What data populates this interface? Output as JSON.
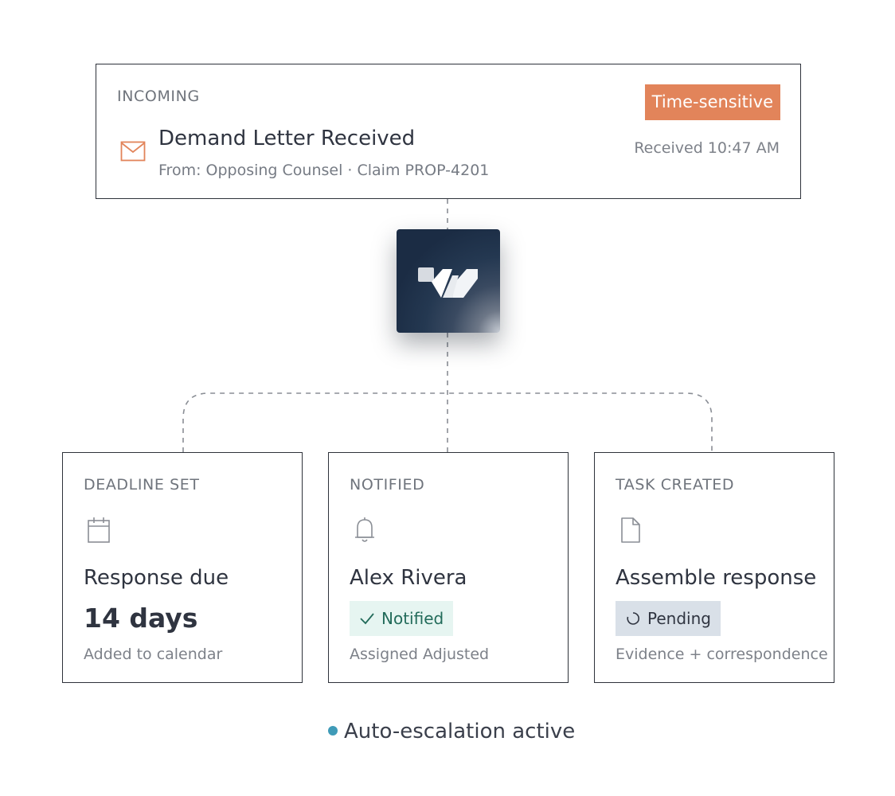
{
  "incoming": {
    "label": "INCOMING",
    "priority_badge": "Time-sensitive",
    "title": "Demand Letter Received",
    "subtitle": "From: Opposing Counsel · Claim PROP-4201",
    "received": "Received 10:47 AM",
    "icon": "mail-icon"
  },
  "hub": {
    "icon": "brand-logo"
  },
  "cards": {
    "deadline": {
      "label": "DEADLINE SET",
      "icon": "calendar-icon",
      "heading": "Response due",
      "value": "14 days",
      "footnote": "Added to calendar"
    },
    "notified": {
      "label": "NOTIFIED",
      "icon": "bell-icon",
      "heading": "Alex Rivera",
      "status": "Notified",
      "footnote": "Assigned Adjusted"
    },
    "task": {
      "label": "TASK CREATED",
      "icon": "document-icon",
      "heading": "Assemble response",
      "status": "Pending",
      "footnote": "Evidence + correspondence"
    }
  },
  "status_line": "Auto-escalation active",
  "colors": {
    "accent_orange": "#e2845a",
    "notified_bg": "#e6f5f1",
    "notified_text": "#226b5a",
    "pending_bg": "#d9e0e8",
    "status_dot": "#3f9bb8",
    "logo_dark": "#1b2c44"
  }
}
